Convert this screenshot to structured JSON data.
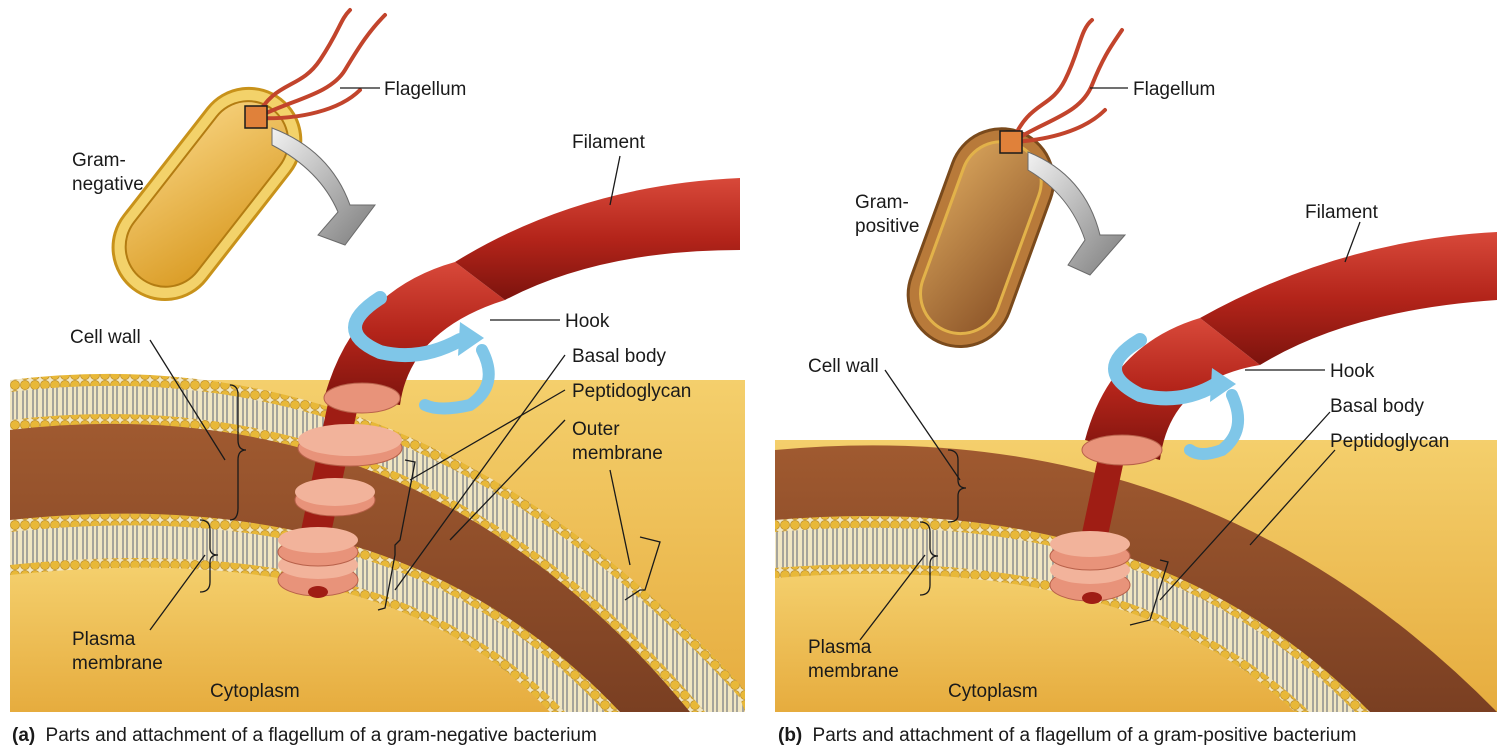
{
  "panel_a": {
    "labels": {
      "flagellum": "Flagellum",
      "gram_type_line1": "Gram-",
      "gram_type_line2": "negative",
      "filament": "Filament",
      "hook": "Hook",
      "basal_body": "Basal body",
      "peptidoglycan": "Peptidoglycan",
      "outer_membrane_line1": "Outer",
      "outer_membrane_line2": "membrane",
      "cell_wall": "Cell wall",
      "plasma_membrane_line1": "Plasma",
      "plasma_membrane_line2": "membrane",
      "cytoplasm": "Cytoplasm"
    },
    "caption_prefix": "(a)",
    "caption_text": "Parts and attachment of a flagellum of a gram-negative bacterium"
  },
  "panel_b": {
    "labels": {
      "flagellum": "Flagellum",
      "gram_type_line1": "Gram-",
      "gram_type_line2": "positive",
      "filament": "Filament",
      "hook": "Hook",
      "basal_body": "Basal body",
      "peptidoglycan": "Peptidoglycan",
      "cell_wall": "Cell wall",
      "plasma_membrane_line1": "Plasma",
      "plasma_membrane_line2": "membrane",
      "cytoplasm": "Cytoplasm"
    },
    "caption_prefix": "(b)",
    "caption_text": "Parts and attachment of a flagellum of a gram-positive bacterium"
  },
  "colors": {
    "cytoplasm": "#f0c45a",
    "peptidoglycan": "#8f4f2c",
    "membrane_head": "#e8b838",
    "membrane_tail": "#9a9a9a",
    "filament": "#b7261c",
    "basal_disc": "#e8937a",
    "rotation_arrow": "#7fc6e8",
    "cell_body": "#e9b53d"
  }
}
